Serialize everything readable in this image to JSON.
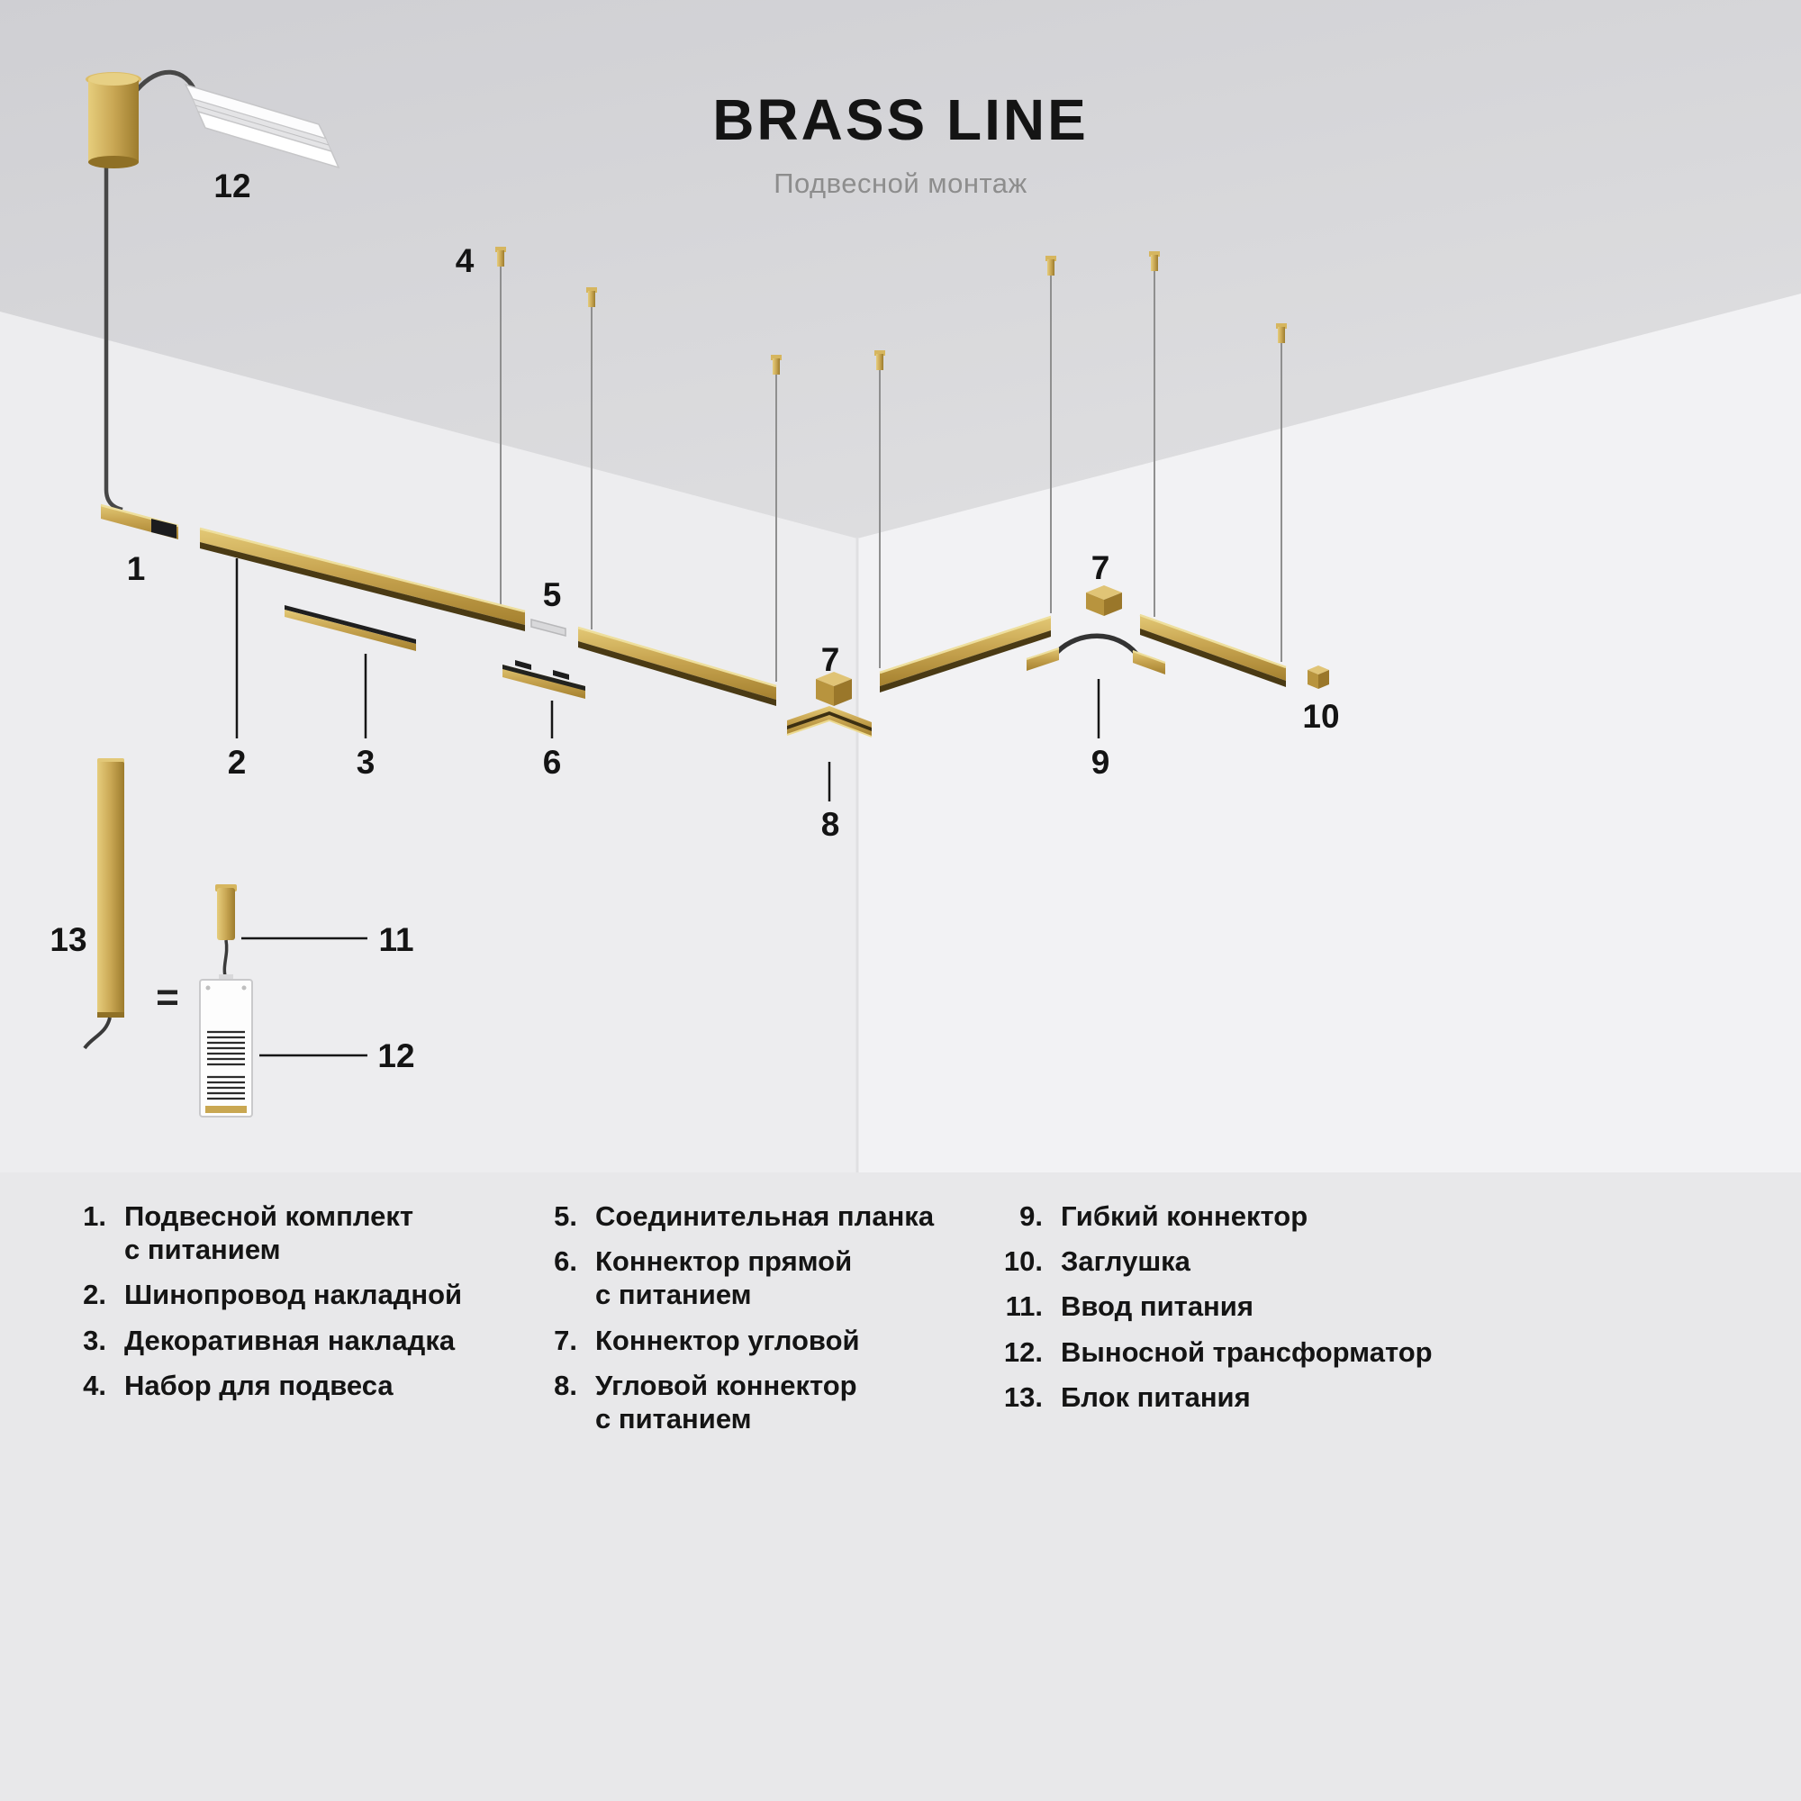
{
  "header": {
    "title": "BRASS LINE",
    "subtitle": "Подвесной монтаж"
  },
  "equals": "=",
  "callouts": {
    "profile12": "12",
    "c1": "1",
    "c2": "2",
    "c3": "3",
    "c4": "4",
    "c5": "5",
    "c6": "6",
    "c7a": "7",
    "c7b": "7",
    "c8": "8",
    "c9": "9",
    "c10": "10",
    "c11": "11",
    "c12": "12",
    "c13": "13"
  },
  "legend": {
    "col1": [
      {
        "num": "1.",
        "label": "Подвесной комплект\nс питанием"
      },
      {
        "num": "2.",
        "label": "Шинопровод накладной"
      },
      {
        "num": "3.",
        "label": "Декоративная накладка"
      },
      {
        "num": "4.",
        "label": "Набор для подвеса"
      }
    ],
    "col2": [
      {
        "num": "5.",
        "label": "Соединительная планка"
      },
      {
        "num": "6.",
        "label": "Коннектор прямой\nс питанием"
      },
      {
        "num": "7.",
        "label": "Коннектор угловой"
      },
      {
        "num": "8.",
        "label": "Угловой коннектор\nс питанием"
      }
    ],
    "col3": [
      {
        "num": "9.",
        "label": "Гибкий коннектор"
      },
      {
        "num": "10.",
        "label": "Заглушка"
      },
      {
        "num": "11.",
        "label": "Ввод питания"
      },
      {
        "num": "12.",
        "label": "Выносной трансформатор"
      },
      {
        "num": "13.",
        "label": "Блок питания"
      }
    ]
  },
  "colors": {
    "brass": "#c9a751",
    "brass_light": "#e3c976",
    "brass_dark": "#9a772a",
    "ceiling": "#d5d5d8",
    "wall_left": "#ededef",
    "wall_right": "#f1f1f3",
    "legend_bg": "#e8e8ea",
    "text": "#141414",
    "muted": "#8d8d8d",
    "cable": "#8f8f8f"
  }
}
